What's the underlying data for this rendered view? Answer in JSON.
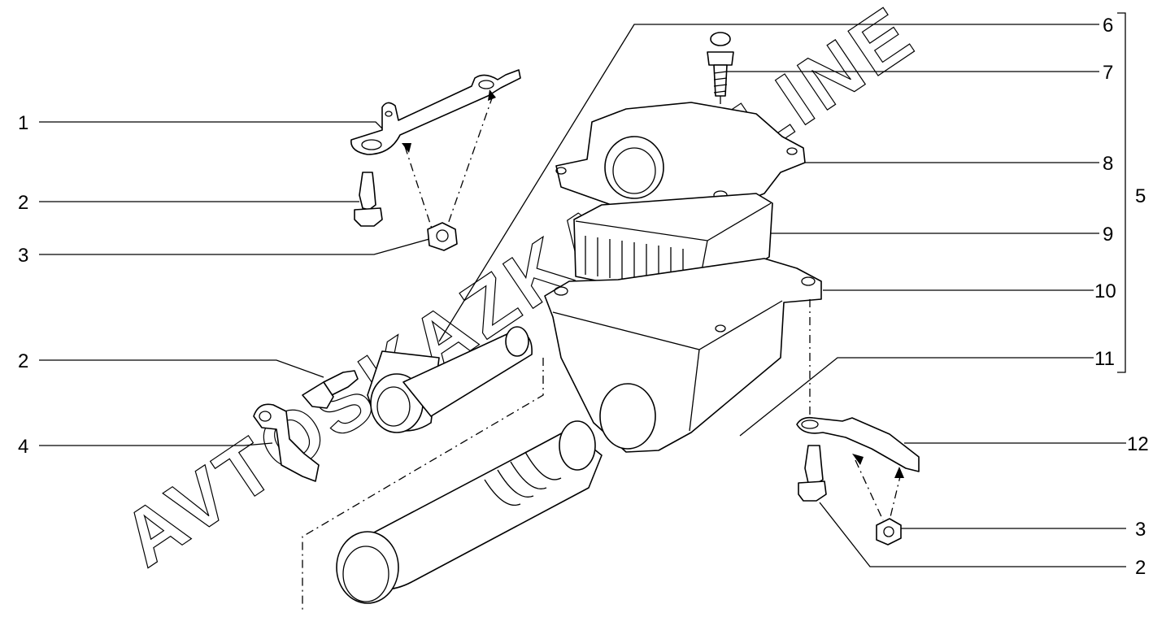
{
  "watermark": "AVTOSKAZKA.ONLINE",
  "callouts": {
    "c1": "1",
    "c2a": "2",
    "c3a": "3",
    "c2b": "2",
    "c4": "4",
    "c6": "6",
    "c7": "7",
    "c8": "8",
    "c5": "5",
    "c9": "9",
    "c10": "10",
    "c11": "11",
    "c12": "12",
    "c3b": "3",
    "c2c": "2"
  }
}
